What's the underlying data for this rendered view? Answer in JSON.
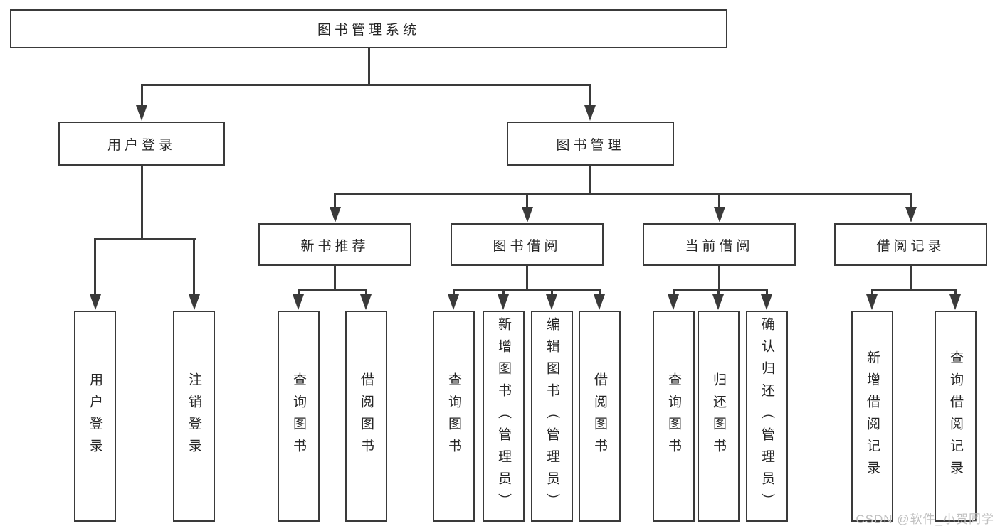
{
  "diagram_title": "图书管理系统",
  "nodes": {
    "root": "图书管理系统",
    "user_login_group": "用户登录",
    "book_management": "图书管理",
    "new_book_rec": "新书推荐",
    "book_borrow": "图书借阅",
    "current_borrow": "当前借阅",
    "borrow_records": "借阅记录",
    "user_login": "用户登录",
    "logout_login": "注销登录",
    "nbr_query_books": "查询图书",
    "nbr_borrow_books": "借阅图书",
    "bb_query_books": "查询图书",
    "bb_add_books_admin": "新增图书（管理员）",
    "bb_edit_books_admin": "编辑图书（管理员）",
    "bb_borrow_books": "借阅图书",
    "cb_query_books": "查询图书",
    "cb_return_books": "归还图书",
    "cb_confirm_return_admin": "确认归还（管理员）",
    "br_add_record": "新增借阅记录",
    "br_query_record": "查询借阅记录"
  },
  "watermark": "CSDN @软件_小贺同学",
  "colors": {
    "line": "#3a3a3a",
    "text": "#262626",
    "watermark": "#c0c0c0",
    "background": "#ffffff"
  }
}
